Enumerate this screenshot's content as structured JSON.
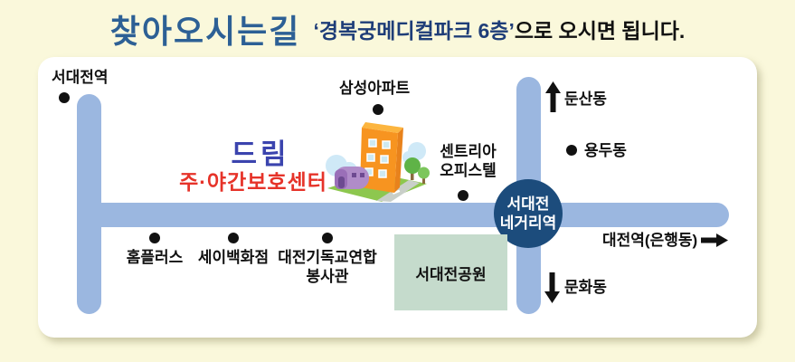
{
  "header": {
    "title": "찾아오시는길",
    "subtitle_highlight": "‘경복궁메디컬파크 6층’",
    "subtitle_rest": "으로 오시면 됩니다."
  },
  "map": {
    "stations": {
      "seodaejeon": "서대전역",
      "negeori_line1": "서대전",
      "negeori_line2": "네거리역"
    },
    "destination": {
      "name": "드림",
      "subname": "주·야간보호센터"
    },
    "landmarks": {
      "samsung_apt": "삼성아파트",
      "centria_line1": "센트리아",
      "centria_line2": "오피스텔",
      "homeplus": "홈플러스",
      "say_dept": "세이백화점",
      "christian_union_line1": "대전기독교연합",
      "christian_union_line2": "봉사관",
      "park": "서대전공원"
    },
    "directions": {
      "dunsan": "둔산동",
      "yongdu": "용두동",
      "daejeon_station": "대전역(은행동)",
      "munhwa": "문화동"
    },
    "colors": {
      "bg": "#FAF8DB",
      "road": "#9BB7E0",
      "circle": "#1C4C7C",
      "park": "#C5DBCC",
      "title": "#2D6095",
      "highlight": "#1E3D78",
      "dream_blue": "#3B44AE",
      "dream_red": "#E63329"
    }
  }
}
